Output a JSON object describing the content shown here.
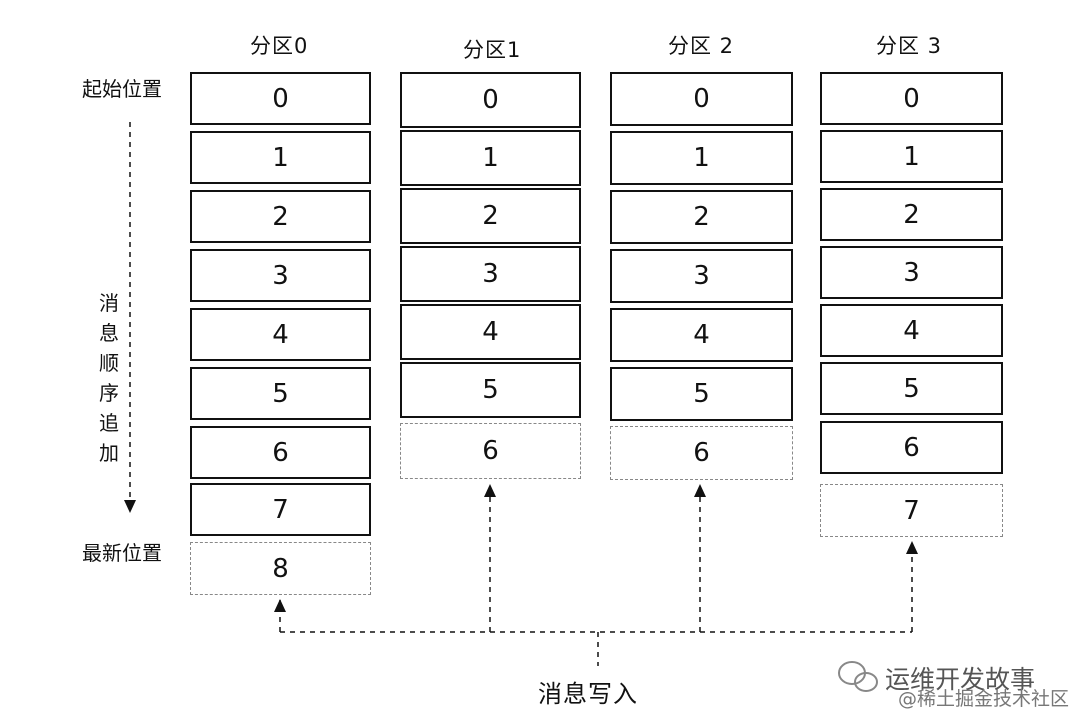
{
  "labels": {
    "start_position": "起始位置",
    "latest_position": "最新位置",
    "append_order": "消息顺序追加",
    "message_write": "消息写入"
  },
  "partitions": [
    {
      "title": "分区0",
      "offsets": [
        "0",
        "1",
        "2",
        "3",
        "4",
        "5",
        "6",
        "7"
      ],
      "next_offset": "8"
    },
    {
      "title": "分区1",
      "offsets": [
        "0",
        "1",
        "2",
        "3",
        "4",
        "5"
      ],
      "next_offset": "6"
    },
    {
      "title": "分区 2",
      "offsets": [
        "0",
        "1",
        "2",
        "3",
        "4",
        "5"
      ],
      "next_offset": "6"
    },
    {
      "title": "分区 3",
      "offsets": [
        "0",
        "1",
        "2",
        "3",
        "4",
        "5",
        "6"
      ],
      "next_offset": "7"
    }
  ],
  "watermark": {
    "text": "运维开发故事",
    "sub": "@稀土掘金技术社区"
  },
  "colors": {
    "stroke": "#111111",
    "dashed": "#888888",
    "background": "#ffffff"
  }
}
